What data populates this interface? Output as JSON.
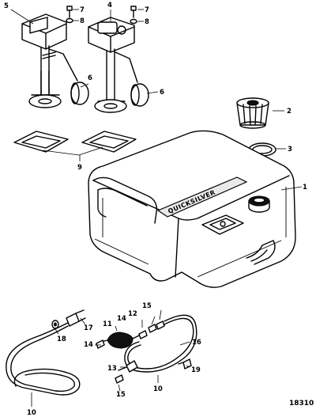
{
  "callouts": {
    "c1": "1",
    "c2": "2",
    "c3": "3",
    "c4": "4",
    "c5": "5",
    "c6a": "6",
    "c6b": "6",
    "c7a": "7",
    "c7b": "7",
    "c8a": "8",
    "c8b": "8",
    "c9": "9",
    "c10a": "10",
    "c10b": "10",
    "c11": "11",
    "c12": "12",
    "c13": "13",
    "c14a": "14",
    "c14b": "14",
    "c15a": "15",
    "c15b": "15",
    "c16": "16",
    "c17": "17",
    "c18": "18",
    "c19": "19"
  },
  "tank_label": "QUICKSILVER",
  "figure_ref": "18310"
}
